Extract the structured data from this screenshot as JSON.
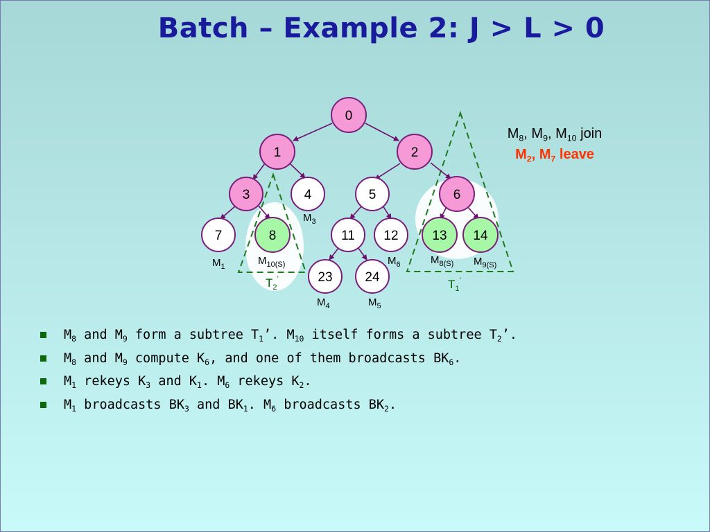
{
  "title": "Batch – Example 2: J > L > 0",
  "nodes": {
    "n0": "0",
    "n1": "1",
    "n2": "2",
    "n3": "3",
    "n4": "4",
    "n5": "5",
    "n6": "6",
    "n7": "7",
    "n8": "8",
    "n11": "11",
    "n12": "12",
    "n13": "13",
    "n14": "14",
    "n23": "23",
    "n24": "24"
  },
  "member_labels": {
    "m1": {
      "base": "M",
      "sub": "1"
    },
    "m10s": {
      "base": "M",
      "sub": "10(S)"
    },
    "m3": {
      "base": "M",
      "sub": "3"
    },
    "m6": {
      "base": "M",
      "sub": "6"
    },
    "m8s": {
      "base": "M",
      "sub": "8(S)"
    },
    "m9s": {
      "base": "M",
      "sub": "9(S)"
    },
    "m4": {
      "base": "M",
      "sub": "4"
    },
    "m5": {
      "base": "M",
      "sub": "5"
    }
  },
  "subtree_labels": {
    "t1": {
      "base": "T",
      "sub": "1",
      "sup": "’"
    },
    "t2": {
      "base": "T",
      "sub": "2",
      "sup": "’"
    }
  },
  "note": {
    "join": {
      "a": "M",
      "a_sub": "8",
      "sep1": ", M",
      "b_sub": "9",
      "sep2": ", M",
      "c_sub": "10",
      "tail": " join"
    },
    "leave": {
      "a": "M",
      "a_sub": "2",
      "sep1": ", M",
      "b_sub": "7",
      "tail": " leave"
    }
  },
  "bullets": [
    [
      "M",
      "8",
      " and M",
      "9",
      " form a subtree T",
      "1",
      "’. M",
      "10",
      " itself forms a subtree T",
      "2",
      "’."
    ],
    [
      "M",
      "8",
      " and M",
      "9",
      " compute K",
      "6",
      ", and one of them broadcasts BK",
      "6",
      "."
    ],
    [
      "M",
      "1",
      " rekeys K",
      "3",
      " and K",
      "1",
      ". M",
      "6",
      " rekeys K",
      "2",
      "."
    ],
    [
      "M",
      "1",
      " broadcasts BK",
      "3",
      " and BK",
      "1",
      ". M",
      "6",
      " broadcasts BK",
      "2",
      "."
    ]
  ],
  "colors": {
    "title": "#1a1a9c",
    "node_pink": "#f59ad6",
    "node_green": "#a6f7a6",
    "node_white": "#ffffff",
    "node_stroke": "#7a1e7a",
    "edge": "#6b116b",
    "triangle": "#1f7a1f",
    "leave_text": "#ff3300",
    "bullet": "#0a6a0a"
  }
}
